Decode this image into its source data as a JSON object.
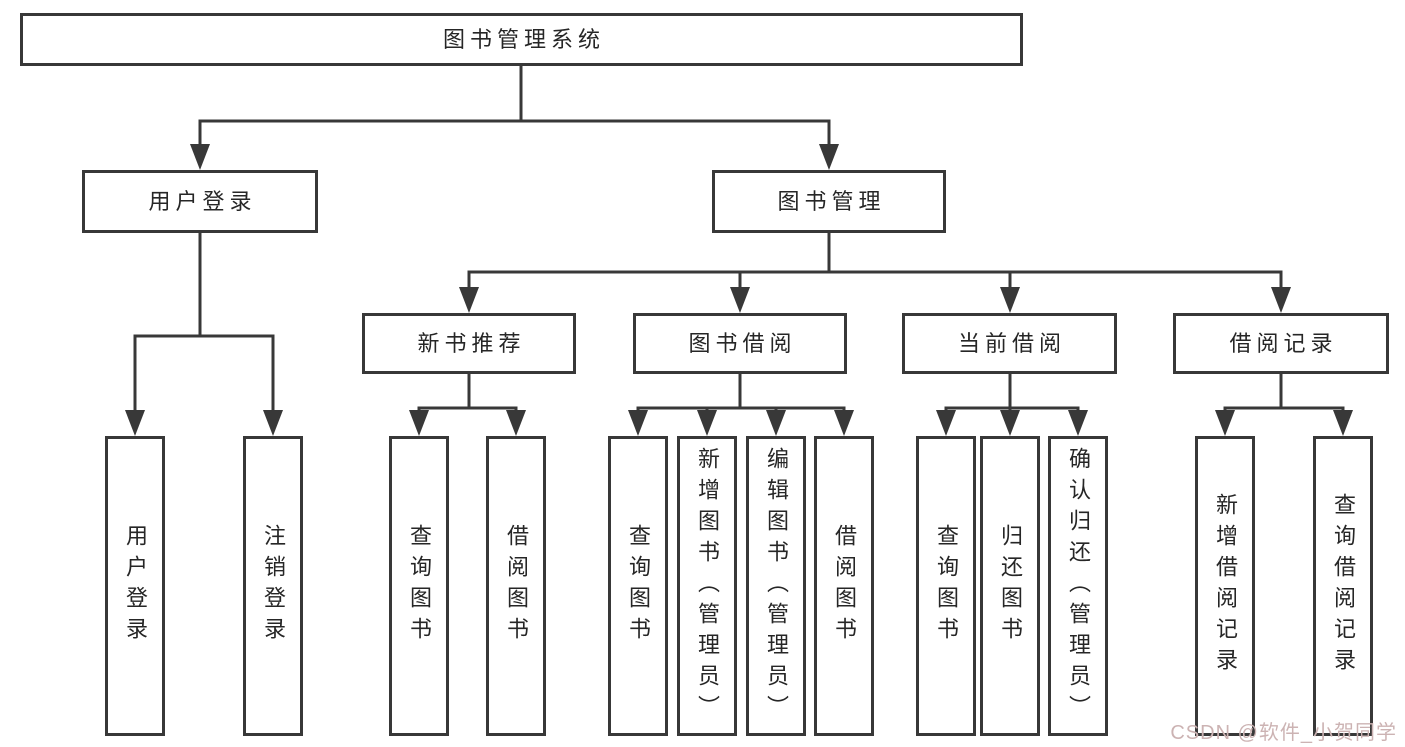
{
  "tree": {
    "root": {
      "label": "图书管理系统"
    },
    "children": [
      {
        "label": "用户登录",
        "children": [
          {
            "label": "用户登录"
          },
          {
            "label": "注销登录"
          }
        ]
      },
      {
        "label": "图书管理",
        "children": [
          {
            "label": "新书推荐",
            "children": [
              {
                "label": "查询图书"
              },
              {
                "label": "借阅图书"
              }
            ]
          },
          {
            "label": "图书借阅",
            "children": [
              {
                "label": "查询图书"
              },
              {
                "label": "新增图书（管理员）"
              },
              {
                "label": "编辑图书（管理员）"
              },
              {
                "label": "借阅图书"
              }
            ]
          },
          {
            "label": "当前借阅",
            "children": [
              {
                "label": "查询图书"
              },
              {
                "label": "归还图书"
              },
              {
                "label": "确认归还（管理员）"
              }
            ]
          },
          {
            "label": "借阅记录",
            "children": [
              {
                "label": "新增借阅记录"
              },
              {
                "label": "查询借阅记录"
              }
            ]
          }
        ]
      }
    ]
  },
  "watermark": {
    "text": "CSDN @软件_小贺同学"
  },
  "colors": {
    "line": "#383838",
    "node_border": "#383838",
    "node_text": "#262626",
    "background": "#ffffff",
    "watermark": "#ccb3b3"
  }
}
